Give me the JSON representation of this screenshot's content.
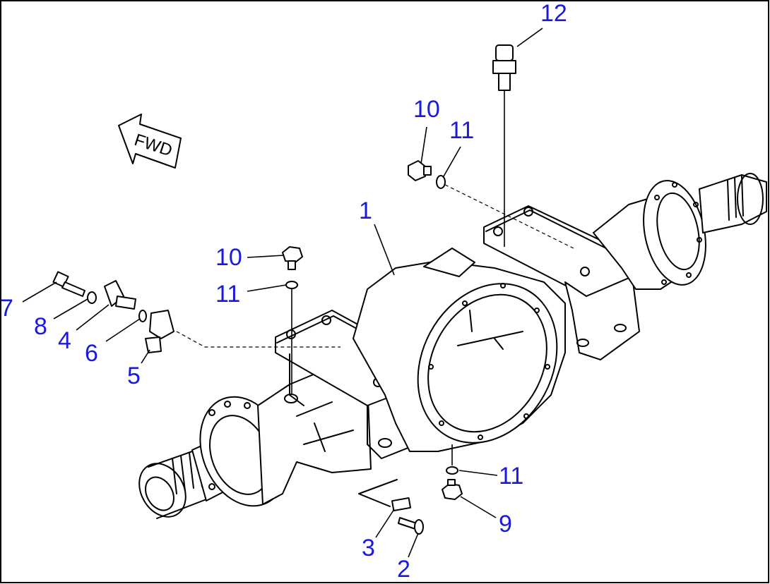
{
  "fwd_label": "FWD",
  "callouts": [
    {
      "id": "1",
      "label": "1"
    },
    {
      "id": "2",
      "label": "2"
    },
    {
      "id": "3",
      "label": "3"
    },
    {
      "id": "4",
      "label": "4"
    },
    {
      "id": "5",
      "label": "5"
    },
    {
      "id": "6",
      "label": "6"
    },
    {
      "id": "7",
      "label": "7"
    },
    {
      "id": "8",
      "label": "8"
    },
    {
      "id": "9",
      "label": "9"
    },
    {
      "id": "10a",
      "label": "10"
    },
    {
      "id": "10b",
      "label": "10"
    },
    {
      "id": "11a",
      "label": "11"
    },
    {
      "id": "11b",
      "label": "11"
    },
    {
      "id": "11c",
      "label": "11"
    },
    {
      "id": "12",
      "label": "12"
    }
  ],
  "colors": {
    "callout": "#1a1adf",
    "line": "#000000",
    "background": "#ffffff"
  }
}
